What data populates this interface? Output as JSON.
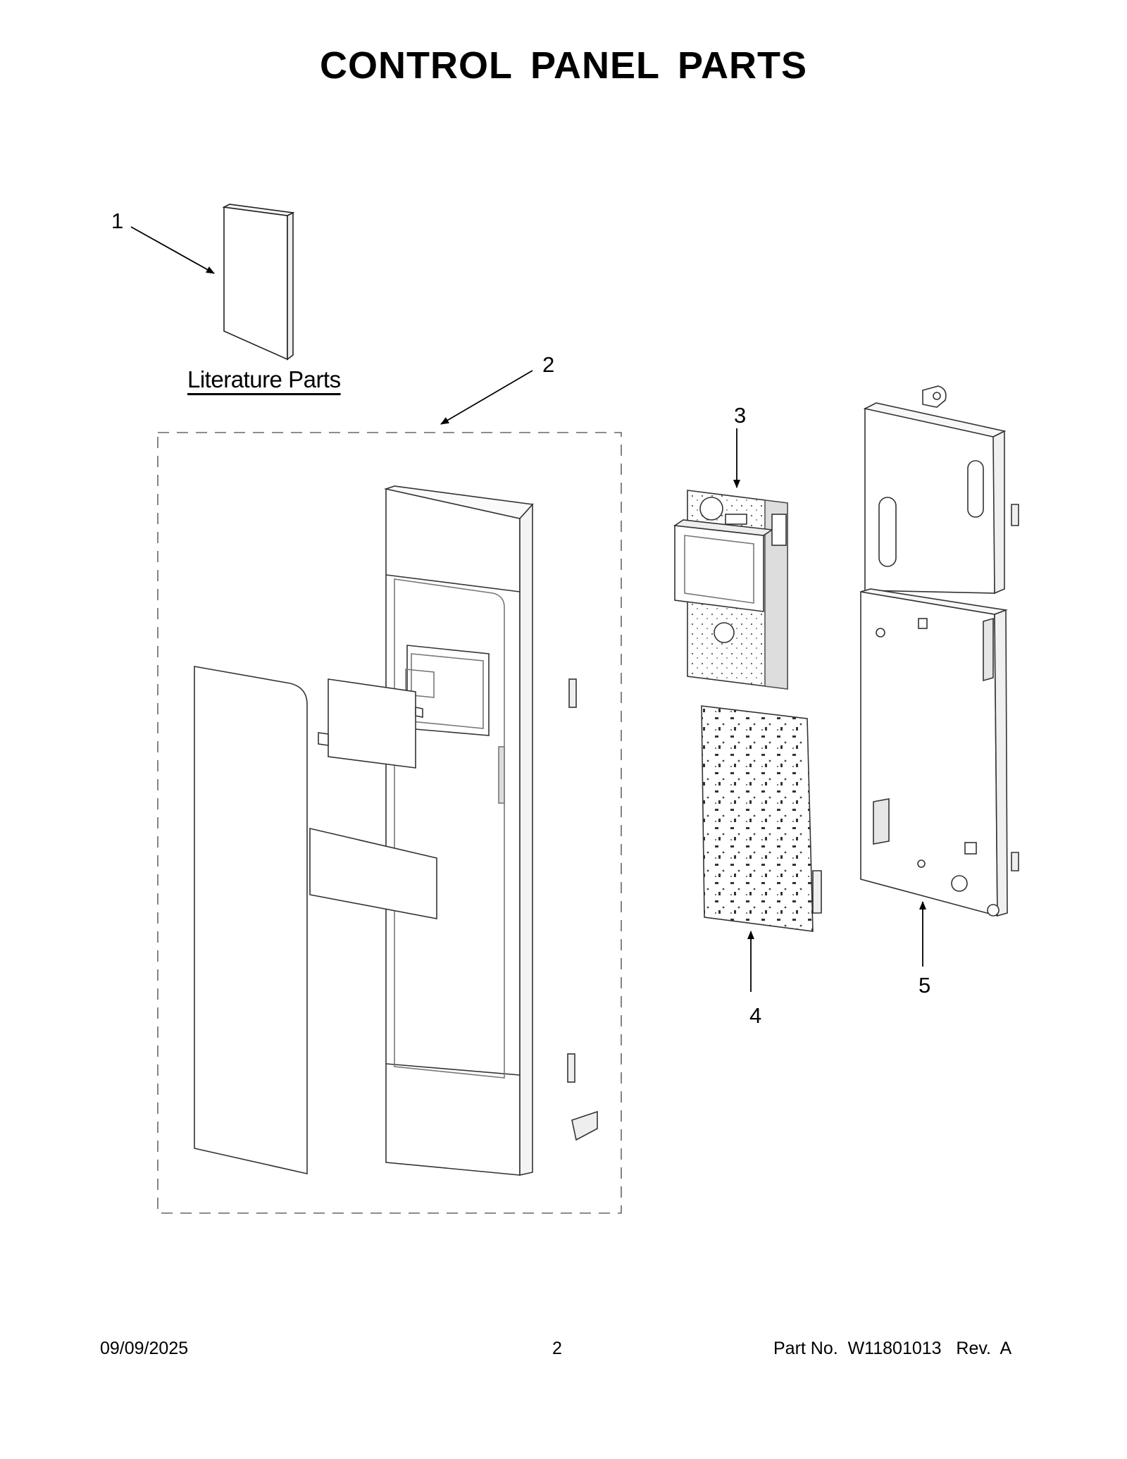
{
  "title": "CONTROL PANEL PARTS",
  "literature_label": "Literature Parts",
  "callouts": [
    "1",
    "2",
    "3",
    "4",
    "5"
  ],
  "footer": {
    "date": "09/09/2025",
    "page": "2",
    "part_no": "Part No.  W11801013   Rev.  A"
  }
}
